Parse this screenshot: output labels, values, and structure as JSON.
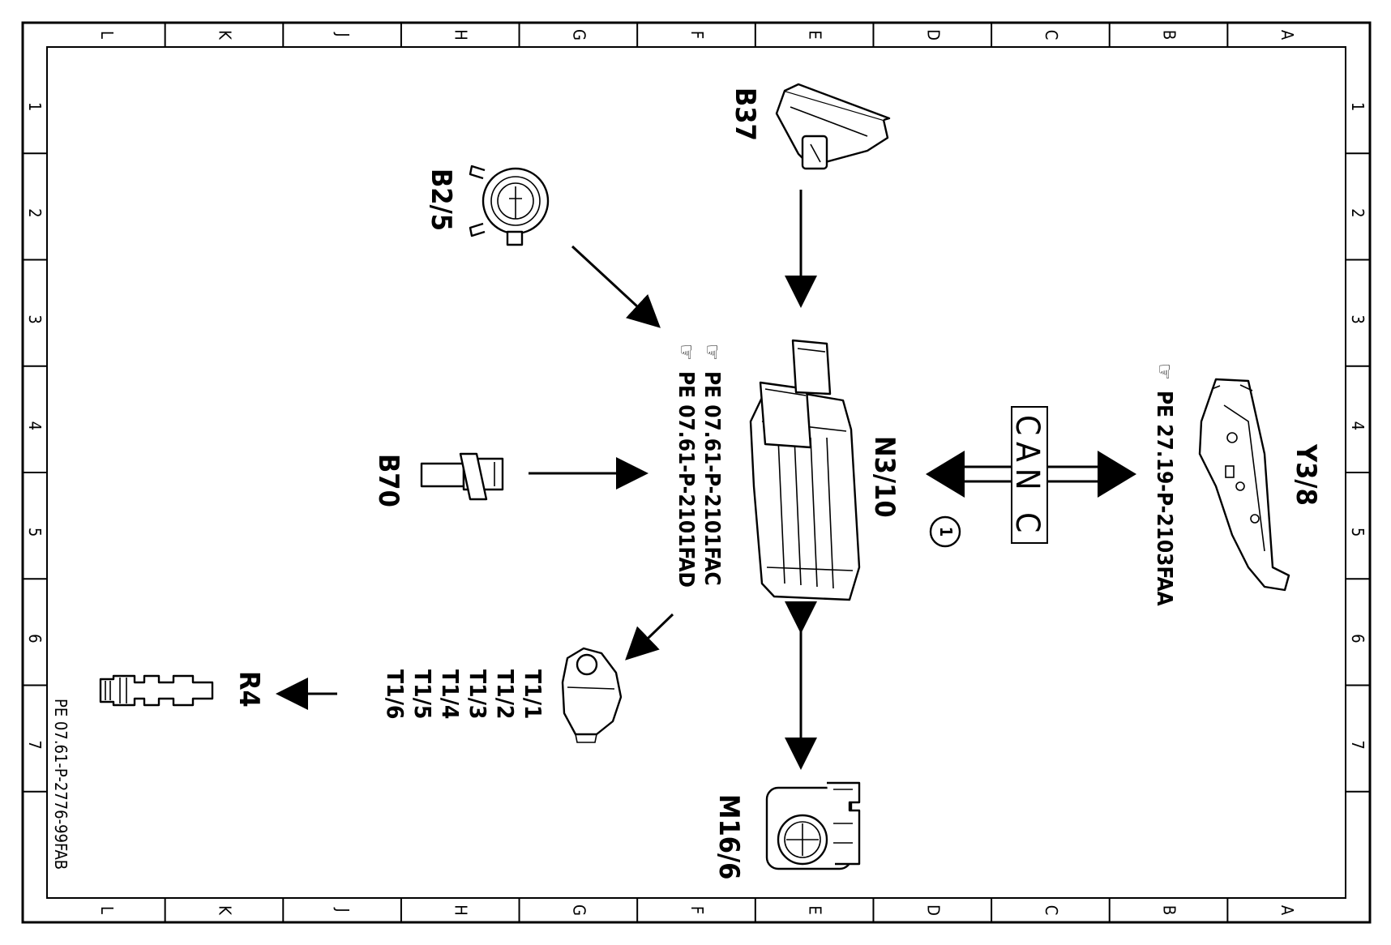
{
  "sheet": {
    "id": "PE 07.61-P-2776-99FAB",
    "column_letters": [
      "L",
      "K",
      "J",
      "H",
      "G",
      "F",
      "E",
      "D",
      "C",
      "B",
      "A"
    ],
    "row_numbers": [
      "1",
      "2",
      "3",
      "4",
      "5",
      "6",
      "7"
    ]
  },
  "components": {
    "B37": {
      "label": "B37"
    },
    "B2_5": {
      "label": "B2/5"
    },
    "B70": {
      "label": "B70"
    },
    "N3_10": {
      "label": "N3/10"
    },
    "Y3_8": {
      "label": "Y3/8"
    },
    "M16_6": {
      "label": "M16/6"
    },
    "T1": {
      "label": "T1"
    },
    "R4": {
      "label": "R4"
    }
  },
  "doc_refs": {
    "n3_10_ref_1": "PE  07.61-P-2101FAC",
    "n3_10_ref_2": "PE  07.61-P-2101FAD",
    "y3_8_ref": "PE  27.19-P-2103FAA"
  },
  "can_bus": {
    "label": "CAN C",
    "circle_number": "1"
  },
  "ignition_coil_lines": [
    "T1/1",
    "T1/2",
    "T1/3",
    "T1/4",
    "T1/5",
    "T1/6"
  ],
  "colors": {
    "line": "#000000",
    "background": "#ffffff"
  }
}
